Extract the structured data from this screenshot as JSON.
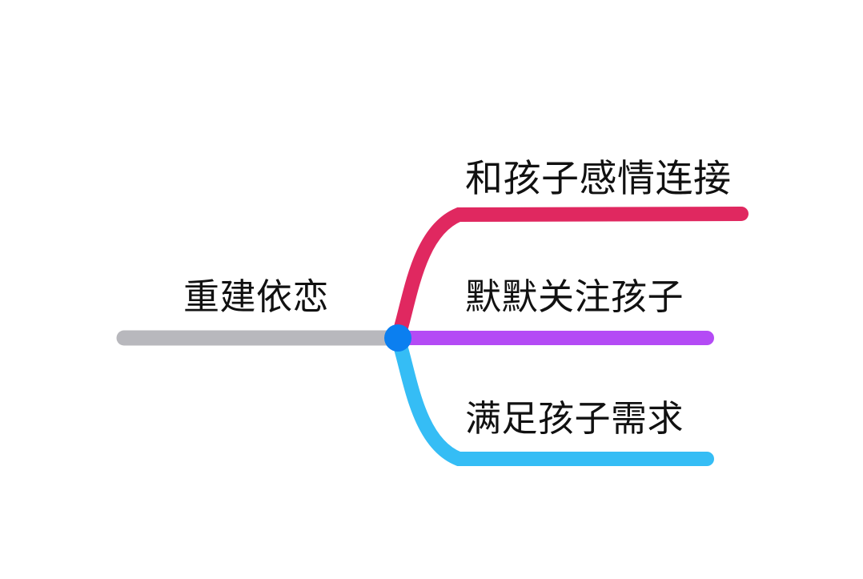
{
  "diagram": {
    "type": "mind-map",
    "orientation": "left-to-right",
    "background_color": "#FFFFFF",
    "root": {
      "label": "重建依恋",
      "trunk_color": "#B8B8BD",
      "node_dot_color": "#0B7FF0"
    },
    "branches": [
      {
        "label": "和孩子感情连接",
        "color": "#E02860",
        "direction": "up",
        "index": 0
      },
      {
        "label": "默默关注孩子",
        "color": "#B44BF5",
        "direction": "straight",
        "index": 1
      },
      {
        "label": "满足孩子需求",
        "color": "#35BDF5",
        "direction": "down",
        "index": 2
      }
    ]
  }
}
